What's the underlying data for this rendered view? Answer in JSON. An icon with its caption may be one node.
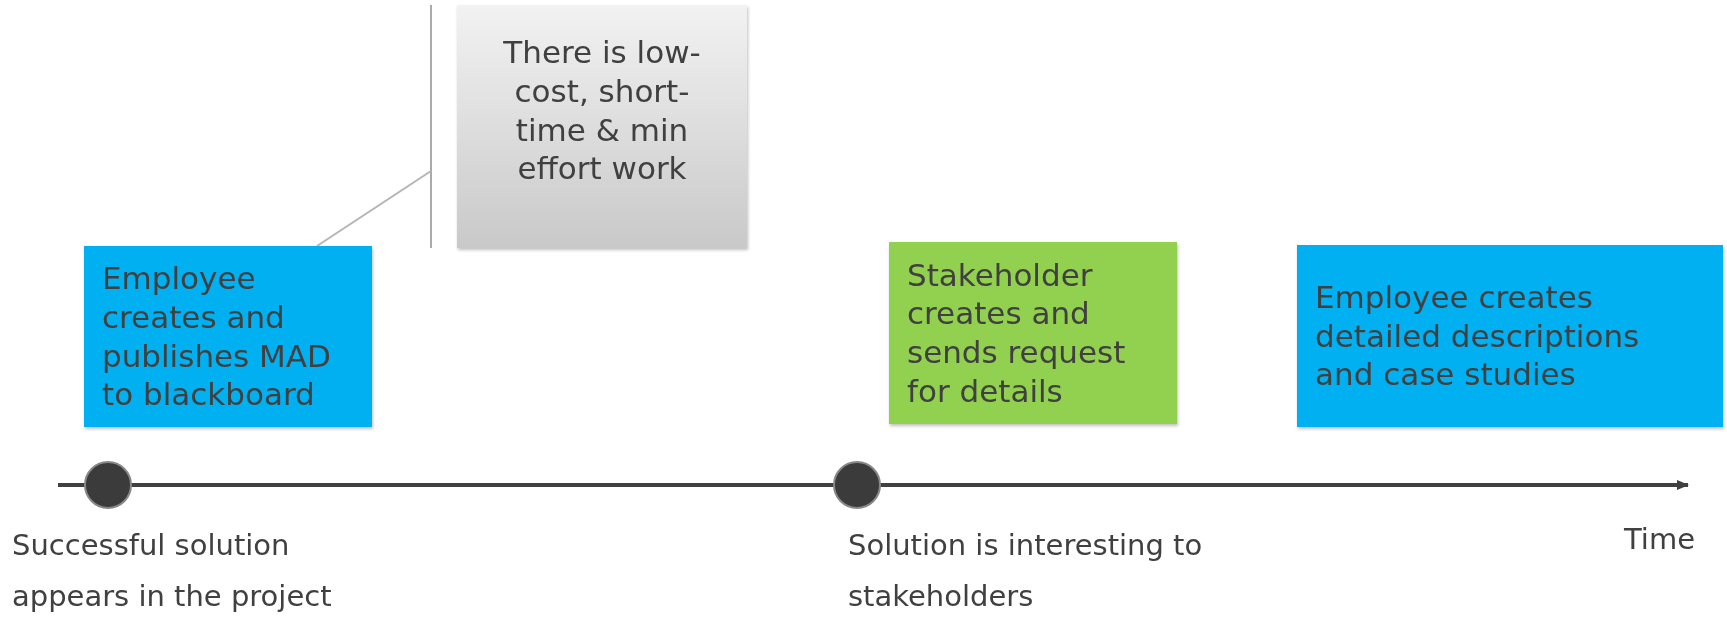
{
  "diagram": {
    "nodes": [
      {
        "text": [
          "Employee creates and publishes MAD to blackboard"
        ]
      },
      {
        "text": [
          "There is low-cost, short-time & min effort work"
        ]
      },
      {
        "text": [
          "Stakeholder creates and sends request for details"
        ]
      },
      {
        "text": [
          "Employee creates detailed descriptions and case studies"
        ]
      },
      {
        "text": [],
        "shape": "circle",
        "beside": [
          "Successful solution appears in the project"
        ]
      },
      {
        "text": [],
        "shape": "circle",
        "beside": [
          "Solution is interesting to stakeholders"
        ]
      }
    ],
    "edges": [
      {
        "from": 1,
        "to": 0,
        "arrow": "none"
      }
    ],
    "labels": [
      "Time"
    ]
  }
}
